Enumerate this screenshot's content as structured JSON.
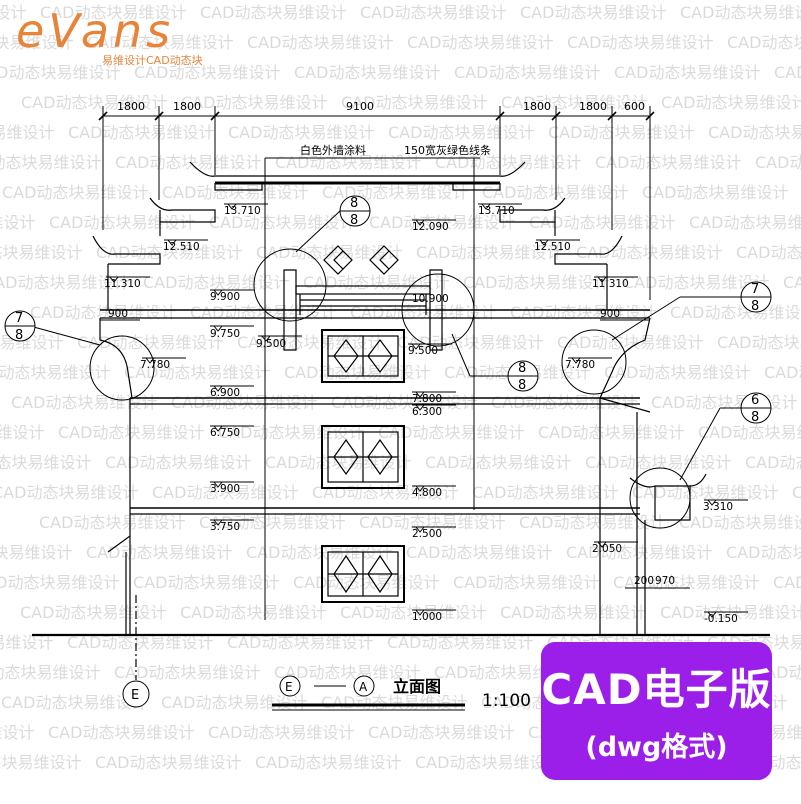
{
  "logo": {
    "word": "eVans",
    "subtitle": "易维设计CAD动态块"
  },
  "badge": {
    "line1": "CAD电子版",
    "line2": "(dwg格式)"
  },
  "watermark_text": "CAD动态块易维设计",
  "drawing": {
    "dims_left": [
      "1800",
      "1800"
    ],
    "dim_center": "9100",
    "dims_right": [
      "1800",
      "1800",
      "600"
    ],
    "note_paint": "白色外墙涂料",
    "note_band": "150宽灰绿色线条",
    "levels": {
      "l13710a": "13.710",
      "l13710b": "13.710",
      "l12510a": "12.510",
      "l12510b": "12.510",
      "l12090": "12.090",
      "l11310a": "11.310",
      "l11310b": "11.310",
      "l10900": "10.900",
      "l9900": "9.900",
      "l9750": "9.750",
      "l9500a": "9.500",
      "l9500b": "9.500",
      "l7800": "7.800",
      "l7780a": "7.780",
      "l7780b": "7.780",
      "l6900": "6.900",
      "l6750": "6.750",
      "l6300": "6.300",
      "l4800": "4.800",
      "l3900": "3.900",
      "l3750": "3.750",
      "l3310": "3.310",
      "l2500": "2.500",
      "l2050": "2.050",
      "l1000": "1.000",
      "lneg150": "-0.150"
    },
    "small_dims": {
      "d900a": "900",
      "d900b": "900",
      "d200": "200",
      "d970": "970"
    },
    "callouts": {
      "c78_left_top": "7",
      "c78_left_bot": "8",
      "c78_right_top": "7",
      "c78_right_bot": "8",
      "c88_top_top": "8",
      "c88_top_bot": "8",
      "c88_mid_top": "8",
      "c88_mid_bot": "8",
      "c68_top": "6",
      "c68_bot": "8"
    },
    "grid_axis_e": "E",
    "title_from": "E",
    "title_to": "A",
    "title": "立面图",
    "scale": "1:100"
  },
  "colors": {
    "accent": "#9b1fe8",
    "logo": "#e7843a",
    "line": "#000000",
    "watermark": "#bdbdbd"
  }
}
